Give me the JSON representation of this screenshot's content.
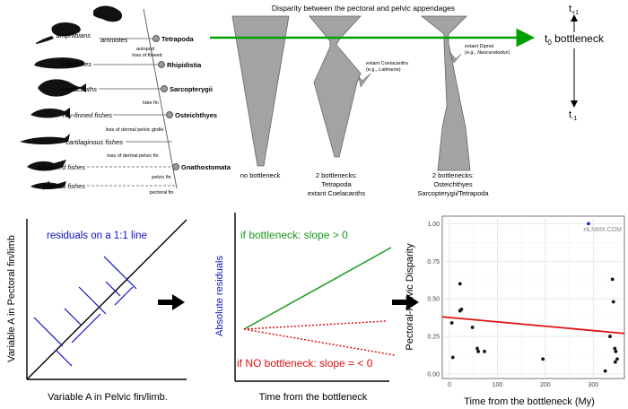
{
  "phylogeny": {
    "taxa": [
      "amniotes",
      "amphibians",
      "lungfishes",
      "coelacanths",
      "ray-finned fishes",
      "cartilaginous fishes",
      "armoured fishes",
      "jawless fishes"
    ],
    "dagger": "†",
    "clades": [
      "Tetrapoda",
      "Rhipidistia",
      "Sarcopterygii",
      "Osteichthyes",
      "Gnathostomata"
    ],
    "characters": {
      "autopod": "autopod",
      "finweb": "loss of finweb",
      "lobe": "lobe fin",
      "dermal_girdle": "loss of dermal pelvic girdle",
      "dermal_fin": "loss of dermal pelvic fin",
      "pelvic": "pelvic fin",
      "pectoral": "pectoral fin"
    }
  },
  "bottleneck": {
    "title": "Disparity between the pectoral and pelvic appendages",
    "annot_coel": [
      "extant Coelacanths",
      "(e.g., ",
      "Latimeria",
      ")"
    ],
    "annot_dipnoi": [
      "extant Dipnoi",
      "(e.g., ",
      "Neoceratodus",
      ")"
    ],
    "caption1": "no bottleneck",
    "caption2": [
      "2 bottlenecks:",
      "Tetrapoda",
      "extant Coelacanths"
    ],
    "caption3": [
      "2 bottlenecks:",
      "Osteichthyes",
      "Sarcopterygii/Tetrapoda"
    ],
    "time_top": "t",
    "time_top_sub": "+1",
    "time_mid": "t",
    "time_mid_sub": "0",
    "time_mid_suffix": " bottleneck",
    "time_bot": "t",
    "time_bot_sub": "-1",
    "arrow_color": "#00a000"
  },
  "panel_a": {
    "ylabel": "Variable A in Pectoral fin/limb",
    "xlabel": "Variable A in Pelvic fin/limb.",
    "residual_label": "residuals on a 1:1 line",
    "residual_color": "#1010c0"
  },
  "panel_b": {
    "ylabel": "Absolute residuals",
    "xlabel": "Time from the bottleneck",
    "green_label": "if bottleneck: slope > 0",
    "red_label": "if NO bottleneck: slope = < 0",
    "green_color": "#1a9a1a",
    "red_color": "#dd1111"
  },
  "chart_data": {
    "type": "scatter",
    "ylabel": "Pectoral-Pelvic Disparity",
    "xlabel": "Time from the bottleneck (My)",
    "xlim": [
      -15,
      365
    ],
    "ylim": [
      -0.03,
      1.05
    ],
    "x_ticks": [
      0,
      100,
      200,
      300
    ],
    "y_ticks": [
      0.0,
      0.25,
      0.5,
      0.75,
      1.0
    ],
    "grid": true,
    "points": [
      {
        "x": 290,
        "y": 1.0,
        "highlight": true
      },
      {
        "x": 22,
        "y": 0.6
      },
      {
        "x": 22,
        "y": 0.42
      },
      {
        "x": 25,
        "y": 0.43
      },
      {
        "x": 5,
        "y": 0.34
      },
      {
        "x": 48,
        "y": 0.31
      },
      {
        "x": 7,
        "y": 0.11
      },
      {
        "x": 58,
        "y": 0.17
      },
      {
        "x": 60,
        "y": 0.15
      },
      {
        "x": 73,
        "y": 0.15
      },
      {
        "x": 195,
        "y": 0.1
      },
      {
        "x": 340,
        "y": 0.63
      },
      {
        "x": 342,
        "y": 0.48
      },
      {
        "x": 335,
        "y": 0.25
      },
      {
        "x": 345,
        "y": 0.17
      },
      {
        "x": 347,
        "y": 0.15
      },
      {
        "x": 350,
        "y": 0.1
      },
      {
        "x": 346,
        "y": 0.08
      },
      {
        "x": 325,
        "y": 0.02
      }
    ],
    "fit": {
      "x": [
        -15,
        365
      ],
      "y": [
        0.38,
        0.27
      ],
      "color": "#e01010"
    },
    "point_color": "#111111",
    "highlight_color": "#1a2bdc",
    "watermark": "HLNMX.COM"
  }
}
